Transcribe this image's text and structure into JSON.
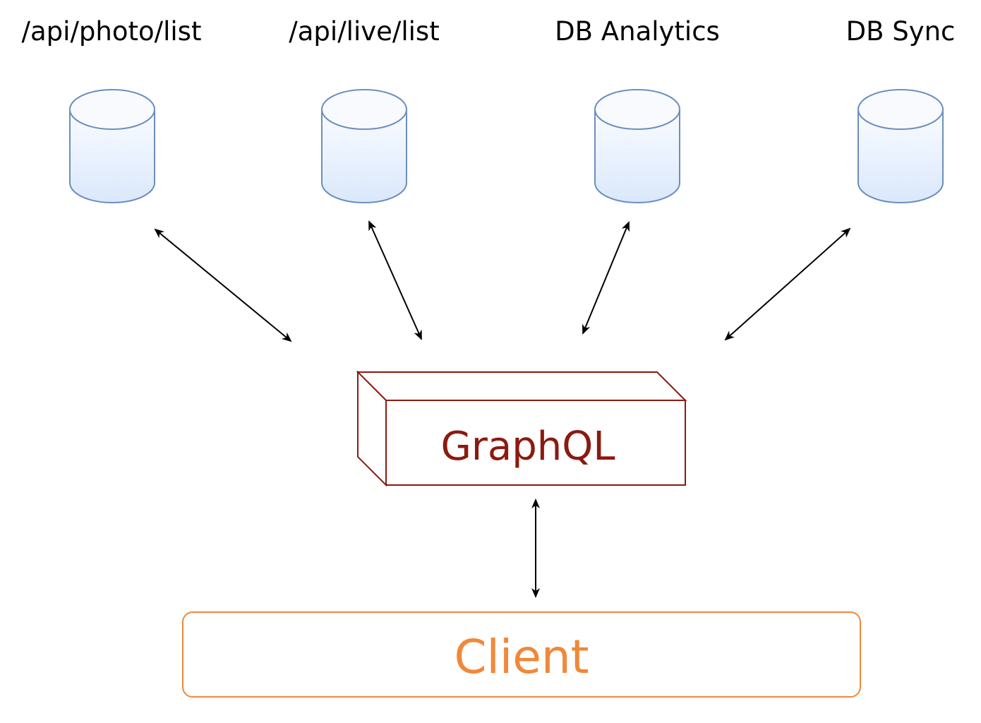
{
  "sources": [
    {
      "label": "/api/photo/list"
    },
    {
      "label": "/api/live/list"
    },
    {
      "label": "DB Analytics"
    },
    {
      "label": "DB Sync"
    }
  ],
  "graphql": {
    "label": "GraphQL",
    "color": "#8b1a10"
  },
  "client": {
    "label": "Client",
    "color": "#f0883a"
  },
  "colors": {
    "cylinder_stroke": "#6c8ebf",
    "cylinder_fill_top": "#fafcff",
    "cylinder_fill_bottom": "#dae8fc",
    "arrow": "#000000"
  }
}
